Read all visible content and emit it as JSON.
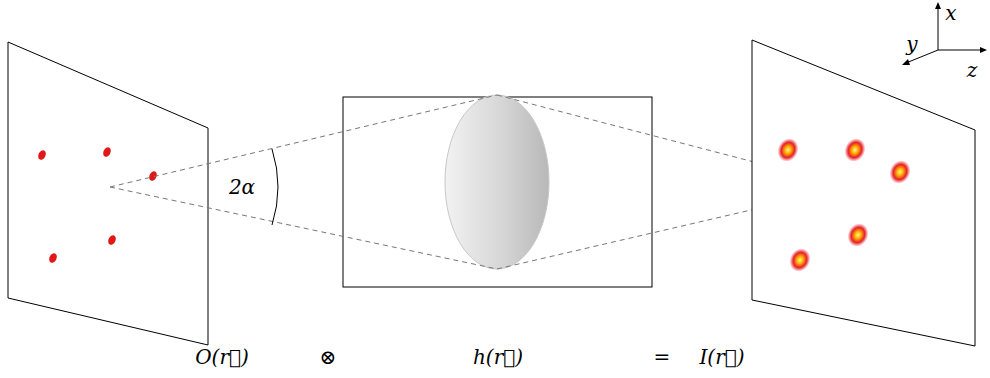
{
  "diagram": {
    "labels": [
      "x",
      "y",
      "z",
      "2α",
      "O(r⃗)",
      "⊗",
      "h(r⃗)",
      "=",
      "I(r⃗)"
    ]
  }
}
